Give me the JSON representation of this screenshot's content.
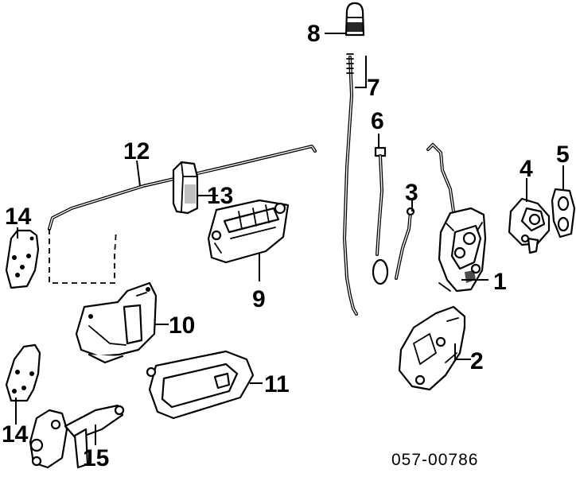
{
  "diagram": {
    "part_numbers": {
      "p1": "1",
      "p2": "2",
      "p3": "3",
      "p4": "4",
      "p5": "5",
      "p6": "6",
      "p7": "7",
      "p8": "8",
      "p9": "9",
      "p10": "10",
      "p11": "11",
      "p12": "12",
      "p13": "13",
      "p14_upper": "14",
      "p14_lower": "14",
      "p15": "15"
    },
    "diagram_code": "057-00786"
  }
}
